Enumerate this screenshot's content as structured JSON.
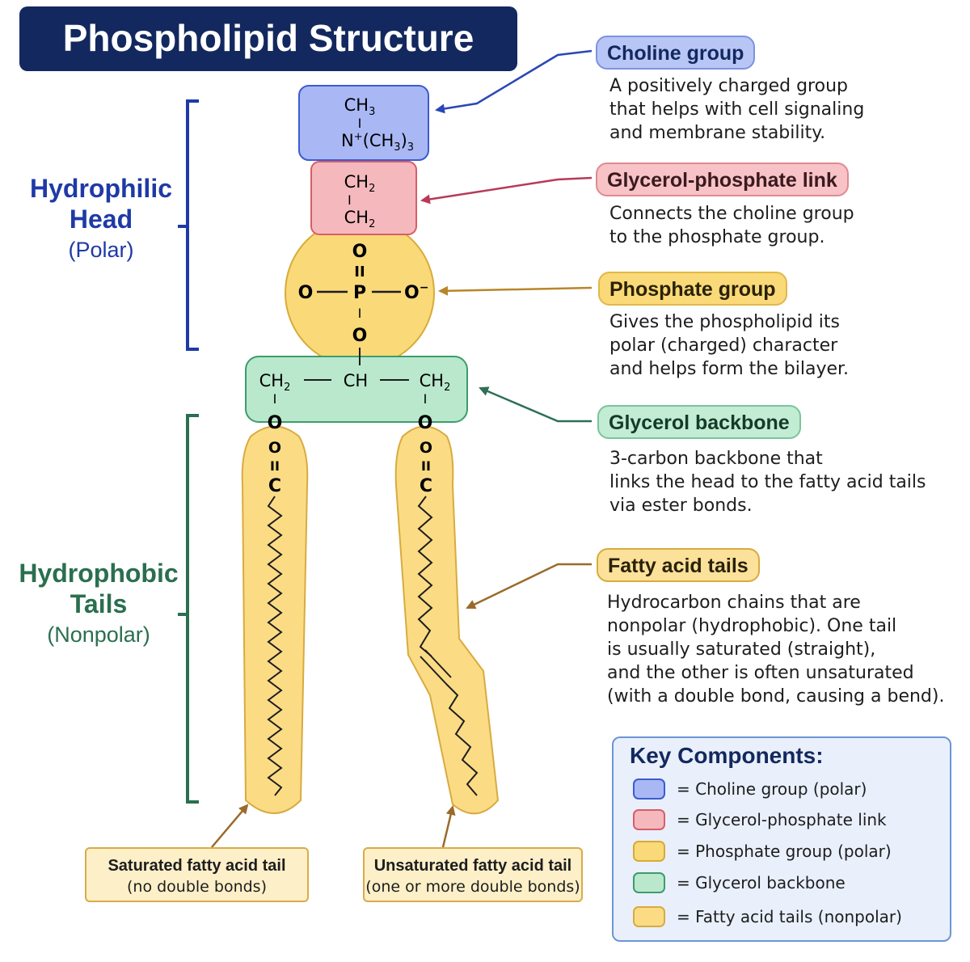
{
  "title": "Phospholipid Structure",
  "colors": {
    "choline": "#a9b8f5",
    "choline_border": "#3b5bd1",
    "glycerol_phosphate": "#f5b9bd",
    "glycerol_phosphate_border": "#d85d66",
    "phosphate": "#fad978",
    "phosphate_border": "#d8ab38",
    "glycerol": "#b9e8cd",
    "glycerol_border": "#3e9c6a",
    "tail": "#fbdc85",
    "tail_border": "#d8ab40",
    "head_label": "#1f3aa6",
    "tail_label": "#2a6f4f"
  },
  "regions": {
    "head": {
      "line1": "Hydrophilic",
      "line2": "Head",
      "sub": "(Polar)"
    },
    "tails": {
      "line1": "Hydrophobic",
      "line2": "Tails",
      "sub": "(Nonpolar)"
    }
  },
  "molecule": {
    "choline": {
      "ch3": "CH",
      "ch3_sub": "3",
      "bar": "I",
      "n": "N",
      "n_charge": "+",
      "n_group": "(CH",
      "n_group_sub": "3",
      "n_close": ")",
      "n_close_sub": "3"
    },
    "link": {
      "ch2_a": "CH",
      "ch2_a_sub": "2",
      "bar": "I",
      "ch2_b": "CH",
      "ch2_b_sub": "2"
    },
    "phosphate": {
      "o_top": "O",
      "dbl": "II",
      "p": "P",
      "o_left": "O",
      "o_right": "O",
      "o_right_charge": "−",
      "bar": "I",
      "o_bottom": "O"
    },
    "glycerol": {
      "left": "CH",
      "left_sub": "2",
      "mid": "CH",
      "right": "CH",
      "right_sub": "2",
      "bar": "I",
      "o_left": "O",
      "o_right": "O"
    },
    "tails": {
      "o": "O",
      "dbl": "II",
      "c": "C"
    }
  },
  "callouts": [
    {
      "id": "choline",
      "label": "Choline group",
      "desc": [
        "A positively charged group",
        "that helps with cell signaling",
        "and membrane stability."
      ]
    },
    {
      "id": "glycerol_phosphate",
      "label": "Glycerol-phosphate link",
      "desc": [
        "Connects the choline group",
        "to the phosphate group."
      ]
    },
    {
      "id": "phosphate",
      "label": "Phosphate group",
      "desc": [
        "Gives the phospholipid its",
        "polar (charged) character",
        "and helps form the bilayer."
      ]
    },
    {
      "id": "glycerol",
      "label": "Glycerol backbone",
      "desc": [
        "3-carbon backbone that",
        "links the head to the fatty acid tails",
        "via ester bonds."
      ]
    },
    {
      "id": "tails",
      "label": "Fatty acid tails",
      "desc": [
        "Hydrocarbon chains that are",
        "nonpolar (hydrophobic). One tail",
        "is usually saturated (straight),",
        "and the other is often unsaturated",
        "(with a double bond, causing a bend)."
      ]
    }
  ],
  "tail_labels": {
    "saturated": {
      "title": "Saturated fatty acid tail",
      "sub": "(no double bonds)"
    },
    "unsaturated": {
      "title": "Unsaturated fatty acid tail",
      "sub": "(one or more double bonds)"
    }
  },
  "key": {
    "title": "Key Components:",
    "items": [
      {
        "text": "= Choline group (polar)",
        "color": "#a9b8f5",
        "border": "#3b5bd1"
      },
      {
        "text": "= Glycerol-phosphate link",
        "color": "#f5b9bd",
        "border": "#d85d66"
      },
      {
        "text": "= Phosphate group (polar)",
        "color": "#fad978",
        "border": "#d8ab38"
      },
      {
        "text": "= Glycerol backbone",
        "color": "#b9e8cd",
        "border": "#3e9c6a"
      },
      {
        "text": "= Fatty acid tails (nonpolar)",
        "color": "#fbdc85",
        "border": "#d8ab40"
      }
    ]
  }
}
